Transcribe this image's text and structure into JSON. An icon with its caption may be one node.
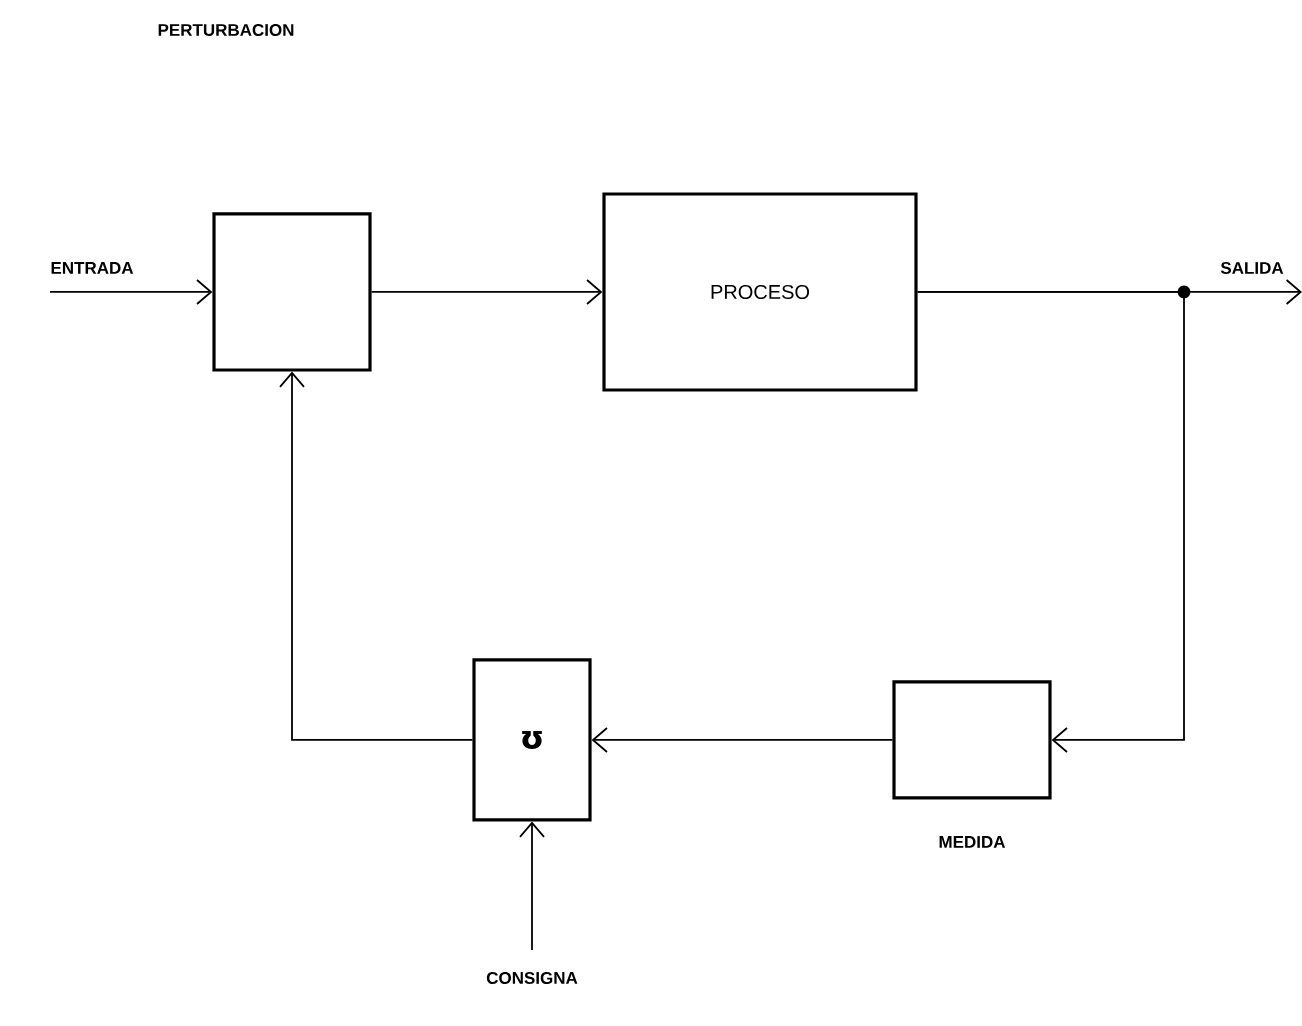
{
  "diagram": {
    "nodes": [
      {
        "text": [],
        "shape": "box"
      },
      {
        "text": [
          "PROCESO"
        ]
      },
      {
        "text": [
          "ʊ"
        ]
      },
      {
        "text": [],
        "shape": "box",
        "beside": [
          "MEDIDA"
        ]
      }
    ],
    "edges": [
      {
        "from": null,
        "to": 0,
        "arrow": "to",
        "label": "ENTRADA"
      },
      {
        "from": 0,
        "to": 1,
        "arrow": "to"
      },
      {
        "from": 1,
        "to": null,
        "arrow": "to",
        "label": "SALIDA"
      },
      {
        "from": 1,
        "to": 3,
        "arrow": "to"
      },
      {
        "from": 3,
        "to": 2,
        "arrow": "to"
      },
      {
        "from": 2,
        "to": 0,
        "arrow": "to"
      },
      {
        "from": null,
        "to": 2,
        "arrow": "to",
        "label": "CONSIGNA"
      }
    ],
    "labels": [
      "PERTURBACION"
    ]
  }
}
